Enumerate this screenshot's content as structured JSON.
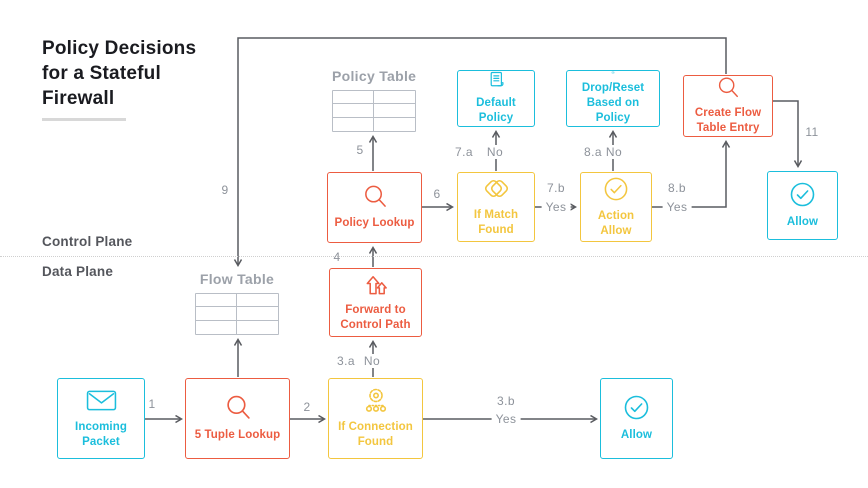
{
  "title": "Policy Decisions for a Stateful Firewall",
  "planes": {
    "control": "Control Plane",
    "data": "Data Plane"
  },
  "tables": {
    "policy": {
      "caption": "Policy Table"
    },
    "flow": {
      "caption": "Flow Table"
    }
  },
  "nodes": {
    "incoming_packet": {
      "label": "Incoming Packet",
      "icon": "envelope-icon"
    },
    "tuple_lookup": {
      "label": "5 Tuple Lookup",
      "icon": "magnifier-icon"
    },
    "if_connection_found": {
      "label": "If Connection Found",
      "icon": "gear-network-icon"
    },
    "allow_data": {
      "label": "Allow",
      "icon": "check-circle-icon"
    },
    "forward_to_control": {
      "label": "Forward to Control Path",
      "icon": "forward-up-icon"
    },
    "policy_lookup": {
      "label": "Policy Lookup",
      "icon": "magnifier-icon"
    },
    "if_match_found": {
      "label": "If Match Found",
      "icon": "match-overlap-icon"
    },
    "action_allow": {
      "label": "Action Allow",
      "icon": "check-circle-icon"
    },
    "default_policy": {
      "label": "Default Policy",
      "icon": "policy-scroll-icon"
    },
    "drop_reset": {
      "label": "Drop/Reset Based on Policy",
      "icon": "reset-circle-icon"
    },
    "create_flow_entry": {
      "label": "Create Flow Table Entry",
      "icon": "magnifier-icon"
    },
    "allow_control": {
      "label": "Allow",
      "icon": "check-circle-icon"
    }
  },
  "edges": {
    "e1": {
      "label": "1"
    },
    "e2": {
      "label": "2"
    },
    "e3a": {
      "label": "3.a",
      "answer": "No"
    },
    "e3b": {
      "label": "3.b",
      "answer": "Yes"
    },
    "e4": {
      "label": "4"
    },
    "e5": {
      "label": "5"
    },
    "e6": {
      "label": "6"
    },
    "e7a": {
      "label": "7.a",
      "answer": "No"
    },
    "e7b": {
      "label": "7.b",
      "answer": "Yes"
    },
    "e8a": {
      "label": "8.a",
      "answer": "No"
    },
    "e8b": {
      "label": "8.b",
      "answer": "Yes"
    },
    "e9": {
      "label": "9"
    },
    "e11": {
      "label": "11"
    }
  },
  "colors": {
    "cyan": "#1BBEDC",
    "red": "#EC5C41",
    "yellow": "#F3C63F",
    "table_gray": "#B9BEC6",
    "caption_gray": "#9CA1A9",
    "line": "#595B60",
    "edge_label": "#8D929A",
    "title_color": "#1A1B20",
    "plane_label": "#54565C",
    "underline": "#D8D8D8",
    "divider": "#CFCFCF"
  }
}
